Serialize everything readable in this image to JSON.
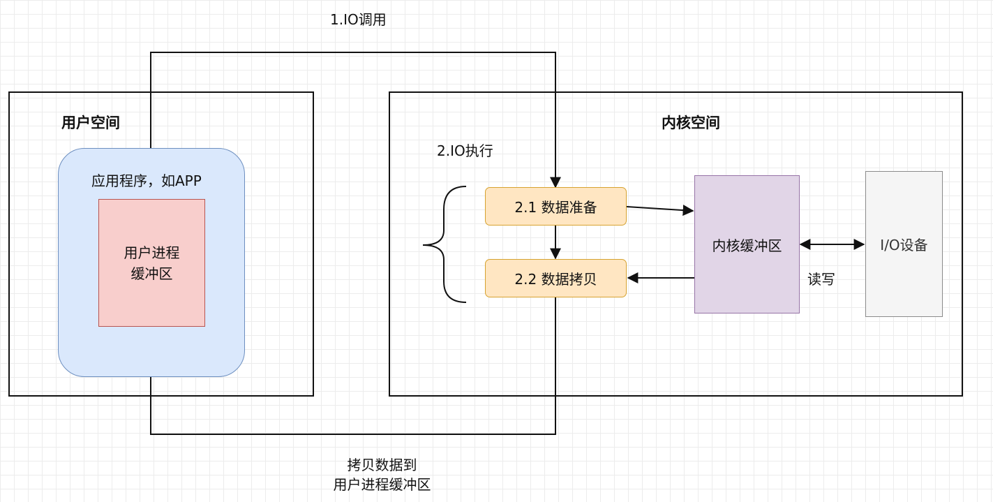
{
  "user_space": {
    "title": "用户空间",
    "app_label": "应用程序，如APP",
    "buffer_line1": "用户进程",
    "buffer_line2": "缓冲区"
  },
  "kernel_space": {
    "title": "内核空间",
    "io_exec_label": "2.IO执行",
    "step1": "2.1 数据准备",
    "step2": "2.2 数据拷贝",
    "kernel_buffer": "内核缓冲区",
    "io_device": "I/O设备",
    "rw_label": "读写"
  },
  "arrows": {
    "io_call": "1.IO调用",
    "copy_line1": "拷贝数据到",
    "copy_line2": "用户进程缓冲区"
  }
}
